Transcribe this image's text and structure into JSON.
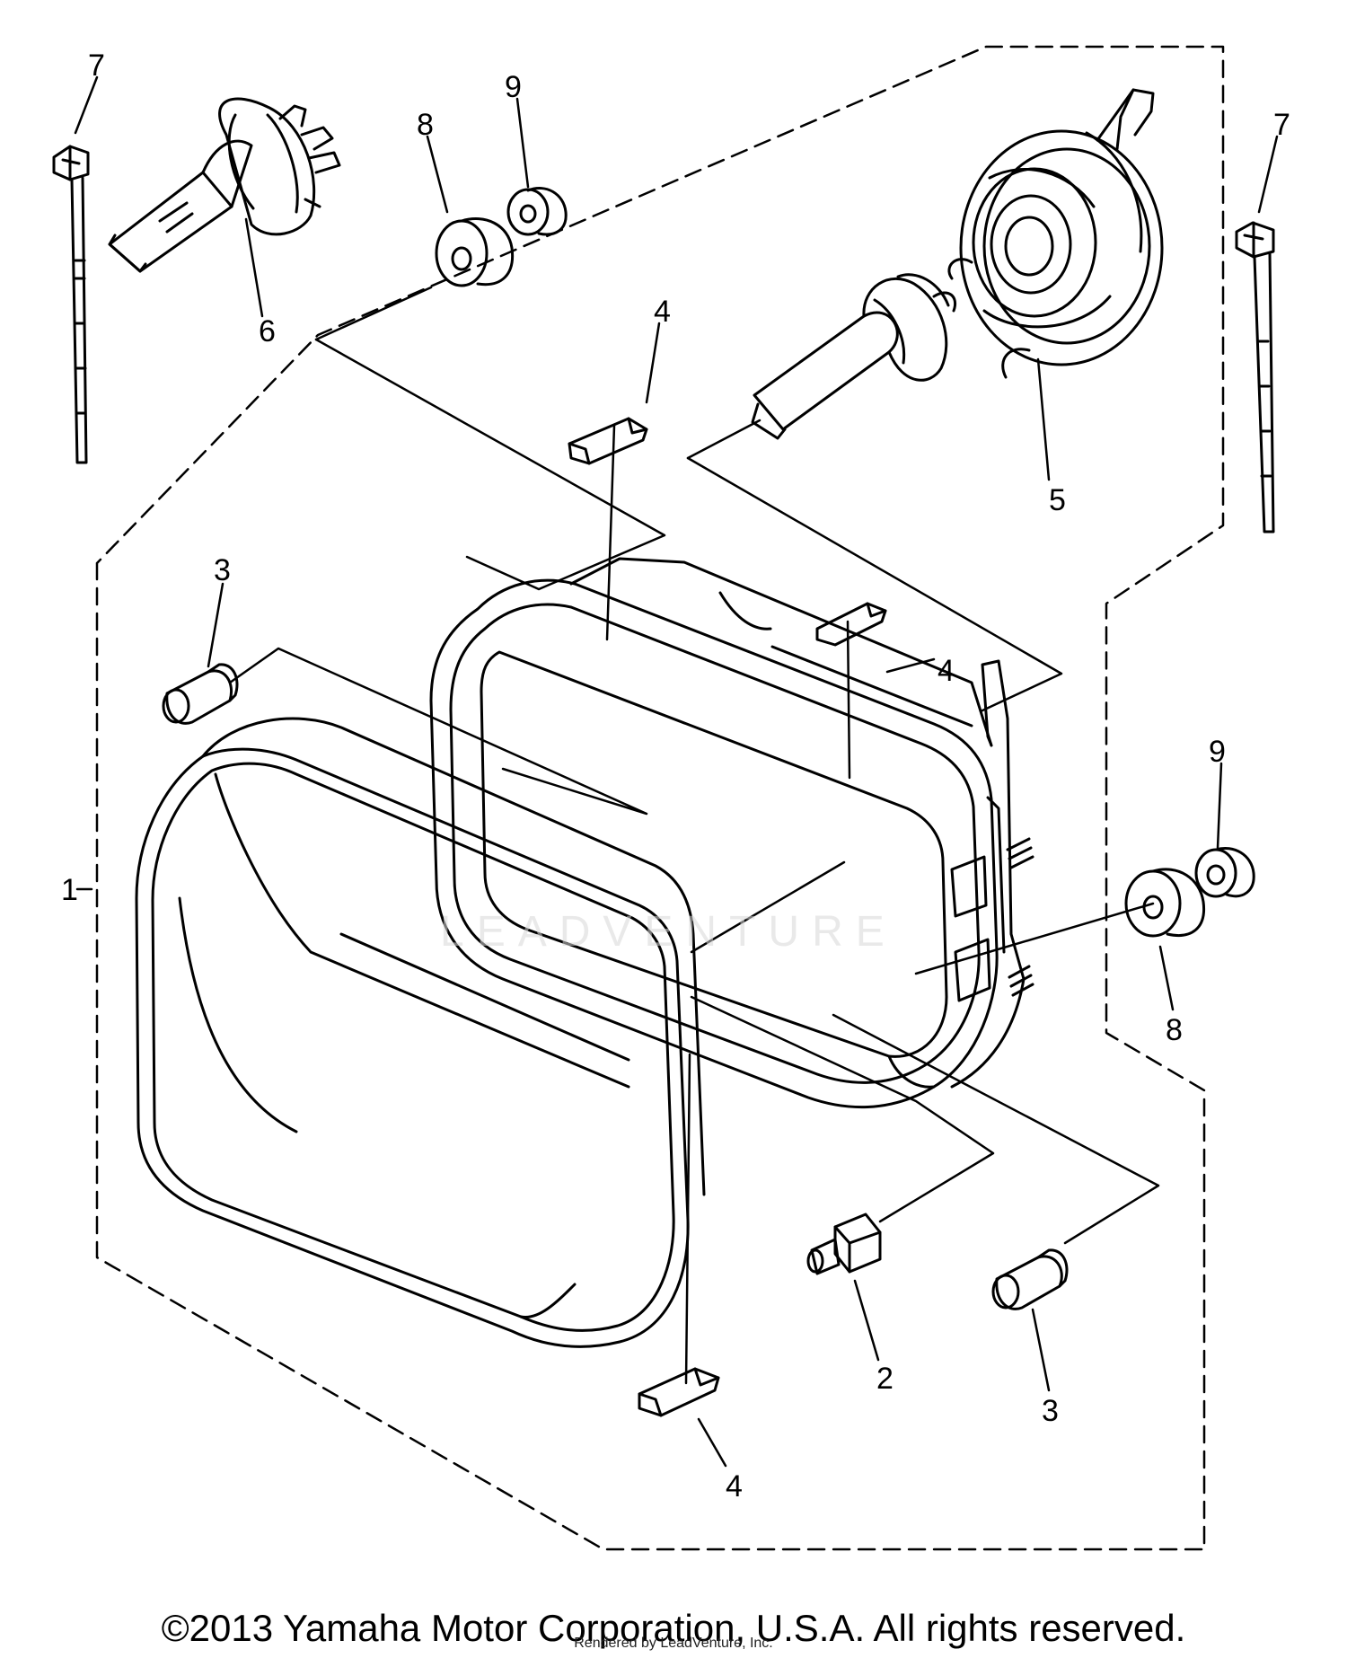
{
  "diagram": {
    "callouts": {
      "c1": "1",
      "c2": "2",
      "c3a": "3",
      "c3b": "3",
      "c4a": "4",
      "c4b": "4",
      "c4c": "4",
      "c5": "5",
      "c6": "6",
      "c7a": "7",
      "c7b": "7",
      "c8a": "8",
      "c8b": "8",
      "c9a": "9",
      "c9b": "9"
    },
    "watermark": "LEADVENTURE",
    "copyright": "©2013 Yamaha Motor Corporation, U.S.A. All rights reserved.",
    "render_credit": "Rendered by LeadVenture, Inc."
  }
}
